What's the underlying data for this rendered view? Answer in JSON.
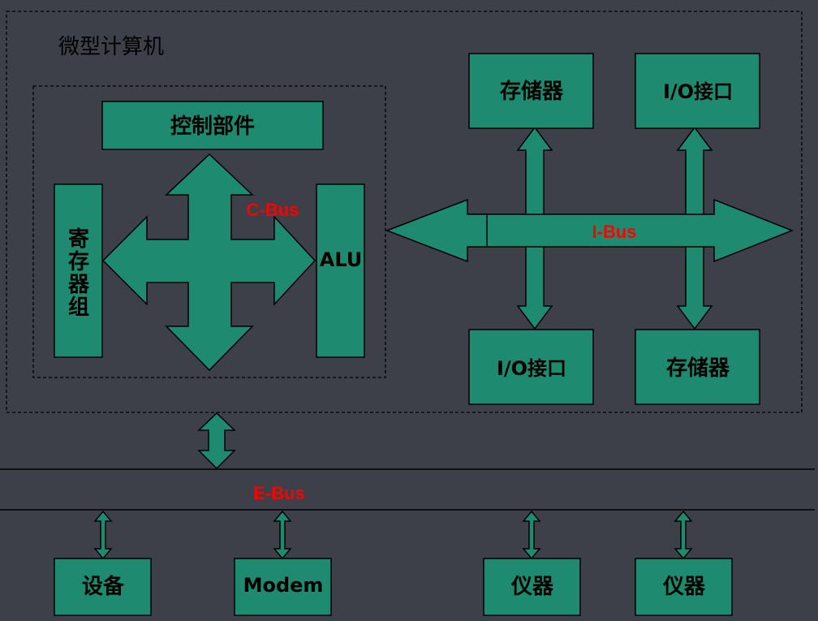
{
  "title": "微型计算机",
  "cpu": {
    "control": "控制部件",
    "registers": [
      "寄",
      "存",
      "器",
      "组"
    ],
    "alu": "ALU",
    "cbus": "C-Bus"
  },
  "ibus": {
    "label": "I-Bus",
    "top_left": "存储器",
    "top_right": "I/O接口",
    "bottom_left": "I/O接口",
    "bottom_right": "存储器"
  },
  "ebus": {
    "label": "E-Bus",
    "devices": [
      "设备",
      "Modem",
      "仪器",
      "仪器"
    ]
  },
  "colors": {
    "background": "#3d4048",
    "box_fill": "#1e8a6f",
    "bus_label": "#ff0000"
  }
}
